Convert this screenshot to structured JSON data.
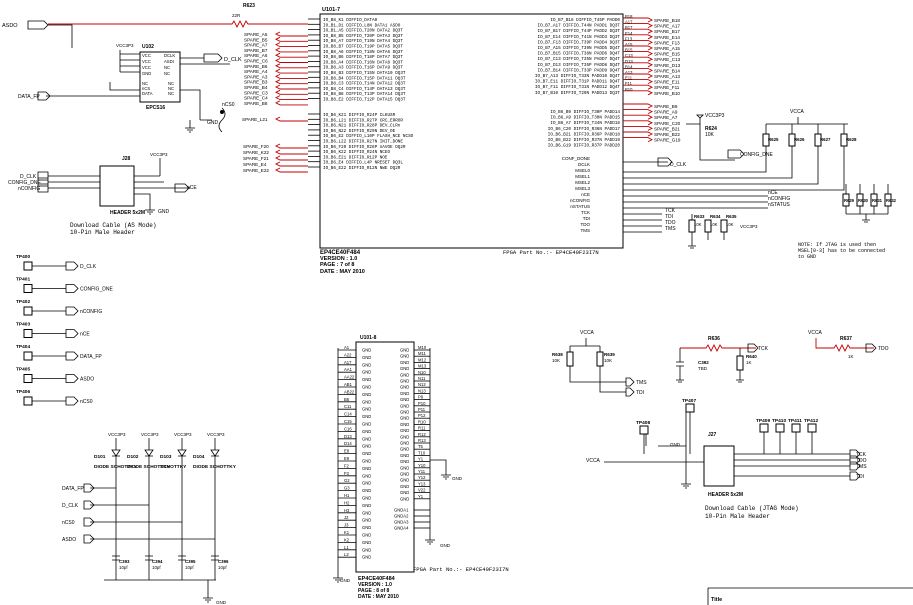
{
  "top_fpga": {
    "ref": "U101-7",
    "part": "EP4CE40F484",
    "version": "VERSION : 1.0",
    "page": "PAGE : 7 of 8",
    "date": "DATE : MAY 2010",
    "part_no_note": "FPGA Part No.:- EP4CE40F23I7N"
  },
  "bottom_fpga": {
    "ref": "U101-8",
    "part": "EP4CE40F484",
    "version": "VERSION : 1.0",
    "page": "PAGE : 8 of 8",
    "date": "DATE : MAY 2010",
    "part_no_note": "FPGA Part No.:- EP4CE40F23I7N"
  },
  "epcs": {
    "ref": "U102",
    "part": "EPCS16",
    "supply": "VCC3P3",
    "left_pins": [
      "VCC",
      "VCC",
      "VCC",
      "GND"
    ],
    "right_pins": [
      "DCLK",
      "ASDI",
      "NC",
      "NC"
    ],
    "lower_left": [
      "NC",
      "nCS",
      "DATA"
    ],
    "lower_right": [
      "NC",
      "NC",
      "NC"
    ]
  },
  "nets": {
    "asdo": "ASDO",
    "data_fp": "DATA_FP",
    "d_clk": "D_CLK",
    "config_dne": "CONFIG_DNE",
    "nconfig": "nCONFIG",
    "nce": "nCE",
    "ncs0": "nCS0",
    "nstatus": "nSTATUS",
    "tck": "TCK",
    "tdi": "TDI",
    "tdo": "TDO",
    "tms": "TMS",
    "vcca": "VCCA",
    "vcc3p3": "VCC3P3",
    "gnd": "GND",
    "conf_done": "CONF_DONE"
  },
  "resistors": {
    "r623": "R623",
    "r623_val": "22R",
    "r624": "R624",
    "r624_val": "10K",
    "pullups": [
      "R625",
      "R626",
      "R627",
      "R628"
    ],
    "pulldowns": [
      "R629",
      "R630",
      "R631",
      "R632"
    ],
    "jtag_r": [
      "R633",
      "R634",
      "R635"
    ],
    "r636": "R636",
    "r637": "R637",
    "r638": "R638",
    "r639": "R639",
    "r640": "R640",
    "val_10k": "10K",
    "val_1k": "1K",
    "val_tbd": "TBD",
    "c392": "C392"
  },
  "left_spares": [
    "SPARE_A5",
    "SPARE_B5",
    "SPARE_A7",
    "SPARE_B7",
    "SPARE_A6",
    "SPARE_C6",
    "SPARE_B6",
    "SPARE_A4",
    "SPARE_A3",
    "SPARE_B3",
    "SPARE_B4",
    "SPARE_C3",
    "SPARE_C4",
    "SPARE_B8"
  ],
  "left_spares2": [
    "SPARE_L21"
  ],
  "left_spares3": [
    "SPARE_F20",
    "SPARE_K22",
    "SPARE_F21",
    "SPARE_E4",
    "SPARE_E22"
  ],
  "left_pin_labels": [
    "IO_B8_K1 DIFFIO_DATA0",
    "IO_B1_D1 DIFFIO_L8N DATA1 ASDO",
    "IO_B1_A5 DIFFIO_T20N DATA2 DQ3T",
    "IO_B8_B5 DIFFIO_T20P DATA3 DQ3T",
    "IO_B8_A7 DIFFIO_T19N DATA4 DQ3T",
    "IO_B8_B7 DIFFIO_T19P DATA5 DQ3T",
    "IO_B8_A6 DIFFIO_T18N DATA6 DQ3T",
    "IO_B8_B6 DIFFIO_T18P DATA7 DQ3T",
    "IO_B8_A4 DIFFIO_T16N DATA8 DQ3T",
    "IO_B8_A3 DIFFIO_T16P DATA9 DQ3T",
    "IO_B8_B3 DIFFIO_T15N DATA10 DQ3T",
    "IO_B8_B4 DIFFIO_T15P DATA11 DQ3T",
    "IO_B8_C3 DIFFIO_T14N DATA12 DQ3T",
    "IO_B8_C4 DIFFIO_T14P DATA13 DQ3T",
    "IO_B8_B8 DIFFIO_T13P DATA14 DQ3T",
    "IO_B8_E2 DIFFIO_T12P DATA15 DQ3T"
  ],
  "left_pin_labels2": [
    "IO_B6_K21 DIFFIO_R24P CLKUSR",
    "IO_B6_L21 DIFFIO_R27P CRC_ERROR",
    "IO_B6_N21 DIFFIO_R28P DEV_CLRn",
    "IO_B6_N22 DIFFIO_R29N DEV_OE",
    "IO_B6_E2 DIFFIO_L10P FLASH_NCE NCSO",
    "IO_B6_L22 DIFFIO_R27N INIT_DONE",
    "IO_B6_F20 DIFFIO_R26P nAVOE DQ2R",
    "IO_B6_K22 DIFFIO_R24N NCEO",
    "IO_B6_E21 DIFFIO_R12P NOE",
    "IO_B6_E4 DIFFIO_L4P NRESET DQ3L",
    "IO_B6_E22 DIFFIO_R12N NWE DQ2R"
  ],
  "right_pin_labels": [
    "IO_B7_B18 DIFFIO_T45P PADD0",
    "IO_B7_A17 DIFFIO_T44N PADD1 DQ3T",
    "IO_B7_B17 DIFFIO_T44P PADD2 DQ3T",
    "IO_B7_E14 DIFFIO_T41N PADD3 DQ3T",
    "IO_B7_F13 DIFFIO_T39P PADD4 DQ3T",
    "IO_B7_A15 DIFFIO_T39N PADD5 DQ4T",
    "IO_B7_B15 DIFFIO_T38N PADD6 DQ4T",
    "IO_B7_C13 DIFFIO_T35N PADD7 DQ4T",
    "IO_B7_D13 DIFFIO_T35P PADD8 DQ4T",
    "IO_B7_B14 DIFFIO_T33P PADD9 DQ4T",
    "IO_B7_A13 DIFFIO_T33N PADD10 DQ4T",
    "IO_B7_E11 DIFFIO_T31P PADD11 DQ4T",
    "IO_B7_F11 DIFFIO_T31N PADD12 DQ4T",
    "IO_B7_B10 DIFFIO_T29N PADD13 DQ3T"
  ],
  "right_pin_labels2": [
    "IO_B6_B9 DIFFIO_T30P PADD14",
    "IO_B6_A9 DIFFIO_T30N PADD15",
    "IO_B6_A7 DIFFIO_T34N PADD16",
    "IO_B6_C20 DIFFIO_R36N PADD17",
    "IO_B6_B21 DIFFIO_R36P PADD18",
    "IO_B6_B22 DIFFIO_R37N PADD19",
    "IO_B6_G19 DIFFIO_R37P PADD20"
  ],
  "right_spares": [
    "SPARE_B18",
    "SPARE_A17",
    "SPARE_B17",
    "SPARE_E14",
    "SPARE_F13",
    "SPARE_A15",
    "SPARE_B15",
    "SPARE_C13",
    "SPARE_D13",
    "SPARE_B14",
    "SPARE_A13",
    "SPARE_E11",
    "SPARE_F11",
    "SPARE_B10"
  ],
  "right_spares2": [
    "SPARE_B9",
    "SPARE_A9",
    "SPARE_A7",
    "SPARE_C20",
    "SPARE_B21",
    "SPARE_B22",
    "SPARE_G19"
  ],
  "right_pins_num": [
    "B18",
    "A17",
    "B17",
    "E14",
    "F13",
    "A15",
    "B15",
    "C13",
    "D13",
    "B14",
    "A13",
    "E11",
    "F11",
    "B10"
  ],
  "config_pins": [
    "CONF_DONE",
    "DCLK",
    "MSEL0",
    "MSEL1",
    "MSEL2",
    "MSEL3",
    "nCE",
    "nCONFIG",
    "nSTATUS",
    "TCK",
    "TDI",
    "TDO",
    "TMS"
  ],
  "note": [
    "NOTE: If JTAG is used then",
    "MSEL[0-3] has to be connected",
    "to GND"
  ],
  "j28": {
    "ref": "J28",
    "label": "HEADER 5x2M",
    "caption1": "Download Cable (AS Mode)",
    "caption2": "10-Pin Male Header"
  },
  "j27": {
    "ref": "J27",
    "label": "HEADER 5x2M",
    "caption1": "Download Cable (JTAG Mode)",
    "caption2": "10-Pin Male Header"
  },
  "testpoints": [
    {
      "ref": "TP400",
      "net": "D_CLK"
    },
    {
      "ref": "TP401",
      "net": "CONFIG_DNE"
    },
    {
      "ref": "TP402",
      "net": "nCONFIG"
    },
    {
      "ref": "TP403",
      "net": "nCE"
    },
    {
      "ref": "TP404",
      "net": "DATA_FP"
    },
    {
      "ref": "TP405",
      "net": "ASDO"
    },
    {
      "ref": "TP406",
      "net": "nCS0"
    }
  ],
  "jtag_tps": [
    "TP407",
    "TP408",
    "TP409",
    "TP410",
    "TP411",
    "TP412"
  ],
  "diodes": [
    {
      "ref": "D101",
      "label": "DIODE SCHOTTKY"
    },
    {
      "ref": "D102",
      "label": "DIODE SCHOTTKY"
    },
    {
      "ref": "D103",
      "label": "SCHOTTKY"
    },
    {
      "ref": "D104",
      "label": "DIODE SCHOTTKY"
    }
  ],
  "caps": [
    {
      "ref": "C393",
      "val": "10pf"
    },
    {
      "ref": "C394",
      "val": "10pf"
    },
    {
      "ref": "C395",
      "val": "10pf"
    },
    {
      "ref": "C396",
      "val": "10pf"
    }
  ],
  "left_diode_nets": [
    "DATA_FP",
    "D_CLK",
    "nCS0",
    "ASDO"
  ],
  "gnd_pins_left": [
    "A1",
    "A22",
    "A17",
    "AA1",
    "AA22",
    "AB1",
    "AB22",
    "B6",
    "C11",
    "C14",
    "C15",
    "C16",
    "D13",
    "D14",
    "E8",
    "E9",
    "F2",
    "F3",
    "G2",
    "G3",
    "H1",
    "H2",
    "H3",
    "J2",
    "J3",
    "K1",
    "K2",
    "L1",
    "L2"
  ],
  "gnd_pins_right": [
    "M10",
    "M11",
    "M12",
    "M13",
    "N10",
    "N11",
    "N12",
    "N13",
    "P9",
    "P10",
    "P11",
    "P12",
    "R10",
    "R11",
    "R12",
    "R13",
    "T5",
    "T10",
    "Y1",
    "Y10",
    "Y11",
    "Y12",
    "Y13",
    "V22",
    "Y1"
  ],
  "gnda_pins": [
    "GNDA1",
    "GNDA2",
    "GNDA3",
    "GNDA4"
  ],
  "title_block": "Title",
  "title_fragment": "DEO-NANO BRD"
}
